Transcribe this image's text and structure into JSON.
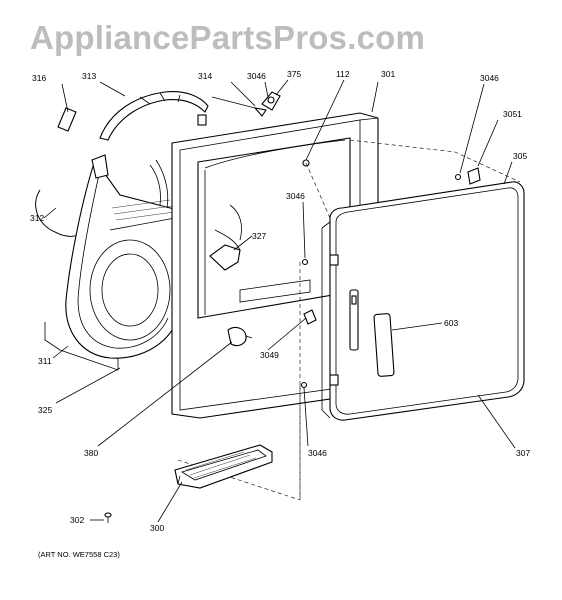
{
  "watermark": "AppliancePartsPros.com",
  "art_number": "(ART NO. WE7558 C23)",
  "callouts": {
    "c316": "316",
    "c313": "313",
    "c314": "314",
    "c3046_top": "3046",
    "c375": "375",
    "c112": "112",
    "c301": "301",
    "c3046_right": "3046",
    "c3051": "3051",
    "c305": "305",
    "c312": "312",
    "c3046_mid": "3046",
    "c327": "327",
    "c603": "603",
    "c311": "311",
    "c3049": "3049",
    "c325": "325",
    "c380": "380",
    "c3046_bottom": "3046",
    "c307": "307",
    "c302": "302",
    "c300": "300"
  }
}
